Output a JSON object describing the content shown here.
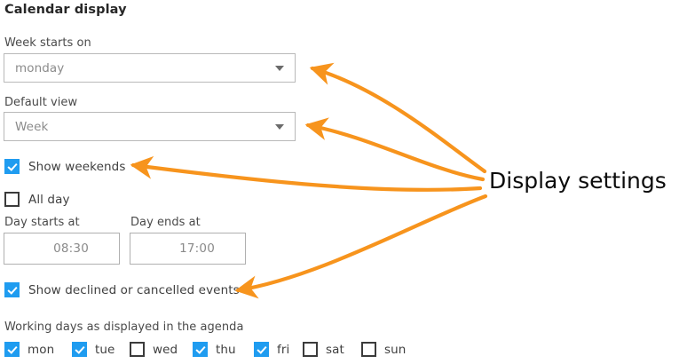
{
  "section": {
    "title": "Calendar display"
  },
  "fields": {
    "week_starts_on": {
      "label": "Week starts on",
      "value": "monday",
      "caret_icon": "chevron-down-icon"
    },
    "default_view": {
      "label": "Default view",
      "value": "Week",
      "caret_icon": "chevron-down-icon"
    },
    "day_starts_at": {
      "label": "Day starts at",
      "value": "08:30"
    },
    "day_ends_at": {
      "label": "Day ends at",
      "value": "17:00"
    }
  },
  "checkboxes": {
    "show_weekends": {
      "label": "Show weekends",
      "checked": true
    },
    "all_day": {
      "label": "All day",
      "checked": false
    },
    "show_declined": {
      "label": "Show declined or cancelled events",
      "checked": true
    }
  },
  "working_days": {
    "label": "Working days as displayed in the agenda",
    "days": [
      {
        "label": "mon",
        "checked": true
      },
      {
        "label": "tue",
        "checked": true
      },
      {
        "label": "wed",
        "checked": false
      },
      {
        "label": "thu",
        "checked": true
      },
      {
        "label": "fri",
        "checked": true
      },
      {
        "label": "sat",
        "checked": false
      },
      {
        "label": "sun",
        "checked": false
      }
    ]
  },
  "annotation": {
    "label": "Display settings",
    "color": "#f7941d",
    "arrow_count": 4,
    "targets": [
      "week-starts-on-select",
      "default-view-select",
      "show-weekends-checkbox",
      "show-declined-checkbox"
    ]
  },
  "colors": {
    "accent_checkbox": "#1f9cf0",
    "annotation_orange": "#f7941d",
    "text": "#3f3f3f",
    "placeholder": "#8a8a8a",
    "border": "#b0b0b0"
  }
}
